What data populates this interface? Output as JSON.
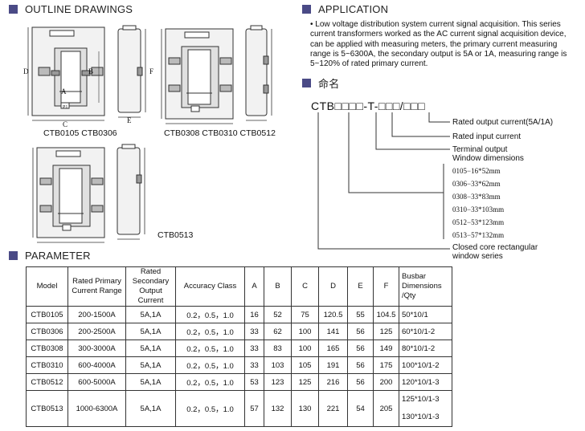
{
  "outline": {
    "heading": "OUTLINE DRAWINGS",
    "captions": [
      "CTB0105 CTB0306",
      "CTB0308 CTB0310 CTB0512",
      "CTB0513"
    ],
    "dim_letters": {
      "a": "A",
      "b": "B",
      "c": "C",
      "d": "D",
      "e": "E",
      "f": "F"
    },
    "p_mark": "P1"
  },
  "application": {
    "heading": "APPLICATION",
    "text": "• Low voltage distribution system current signal acquisition. This series current transformers worked as the AC current signal acquisition device, can be applied with measuring meters, the primary current measuring range is 5~6300A, the secondary output is 5A or 1A, measuring range is 5~120% of rated primary current."
  },
  "naming": {
    "heading": "命名",
    "code": "CTB□□□□-T-□□□/□□□",
    "labels": {
      "rated_output": "Rated output current(5A/1A)",
      "rated_input": "Rated input current",
      "terminal": "Terminal output",
      "window_dims": "Window dimensions",
      "closed_core": "Closed core rectangular",
      "window_series": "window series"
    },
    "window_list": [
      "0105−16*52mm",
      "0306−33*62mm",
      "0308−33*83mm",
      "0310−33*103mm",
      "0512−53*123mm",
      "0513−57*132mm"
    ]
  },
  "parameter": {
    "heading": "PARAMETER",
    "headers": {
      "model": "Model",
      "primary": "Rated Primary Current Range",
      "secondary_1": "Rated",
      "secondary_2": "Secondary",
      "secondary_3": "Output Current",
      "accuracy": "Accuracy Class",
      "a": "A",
      "b": "B",
      "c": "C",
      "d": "D",
      "e": "E",
      "f": "F",
      "busbar": "Busbar Dimensions /Qty"
    },
    "rows": [
      {
        "model": "CTB0105",
        "primary": "200-1500A",
        "secondary": "5A,1A",
        "accuracy": "0.2，0.5，1.0",
        "a": "16",
        "b": "52",
        "c": "75",
        "d": "120.5",
        "e": "55",
        "f": "104.5",
        "busbar": "50*10/1"
      },
      {
        "model": "CTB0306",
        "primary": "200-2500A",
        "secondary": "5A,1A",
        "accuracy": "0.2，0.5，1.0",
        "a": "33",
        "b": "62",
        "c": "100",
        "d": "141",
        "e": "56",
        "f": "125",
        "busbar": "60*10/1-2"
      },
      {
        "model": "CTB0308",
        "primary": "300-3000A",
        "secondary": "5A,1A",
        "accuracy": "0.2，0.5，1.0",
        "a": "33",
        "b": "83",
        "c": "100",
        "d": "165",
        "e": "56",
        "f": "149",
        "busbar": "80*10/1-2"
      },
      {
        "model": "CTB0310",
        "primary": "600-4000A",
        "secondary": "5A,1A",
        "accuracy": "0.2，0.5，1.0",
        "a": "33",
        "b": "103",
        "c": "105",
        "d": "191",
        "e": "56",
        "f": "175",
        "busbar": "100*10/1-2"
      },
      {
        "model": "CTB0512",
        "primary": "600-5000A",
        "secondary": "5A,1A",
        "accuracy": "0.2，0.5，1.0",
        "a": "53",
        "b": "123",
        "c": "125",
        "d": "216",
        "e": "56",
        "f": "200",
        "busbar": "120*10/1-3"
      },
      {
        "model": "CTB0513",
        "primary": "1000-6300A",
        "secondary": "5A,1A",
        "accuracy": "0.2，0.5，1.0",
        "a": "57",
        "b": "132",
        "c": "130",
        "d": "221",
        "e": "54",
        "f": "205",
        "busbar": "125*10/1-3",
        "busbar2": "130*10/1-3"
      }
    ]
  }
}
